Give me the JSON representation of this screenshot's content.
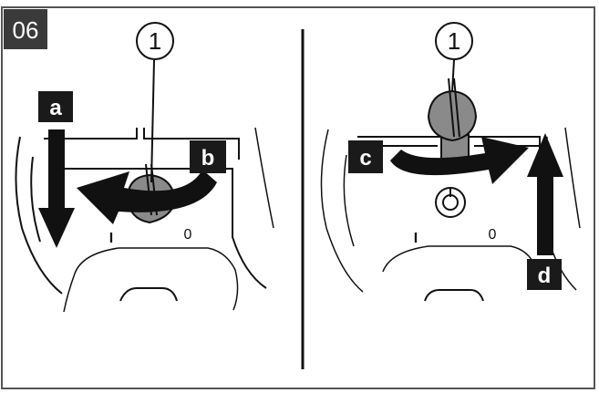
{
  "step_number": "06",
  "callout_number": "1",
  "left_panel": {
    "labels": {
      "a": "a",
      "b": "b"
    },
    "positions": {
      "one": "I",
      "zero": "0"
    }
  },
  "right_panel": {
    "labels": {
      "c": "c",
      "d": "d"
    },
    "positions": {
      "one": "I",
      "zero": "0"
    }
  },
  "colors": {
    "frame": "#555555",
    "ink": "#111111",
    "knob": "#8a8a8a",
    "label_bg": "#1a1a1a",
    "step_bg": "#3a3a3a"
  }
}
